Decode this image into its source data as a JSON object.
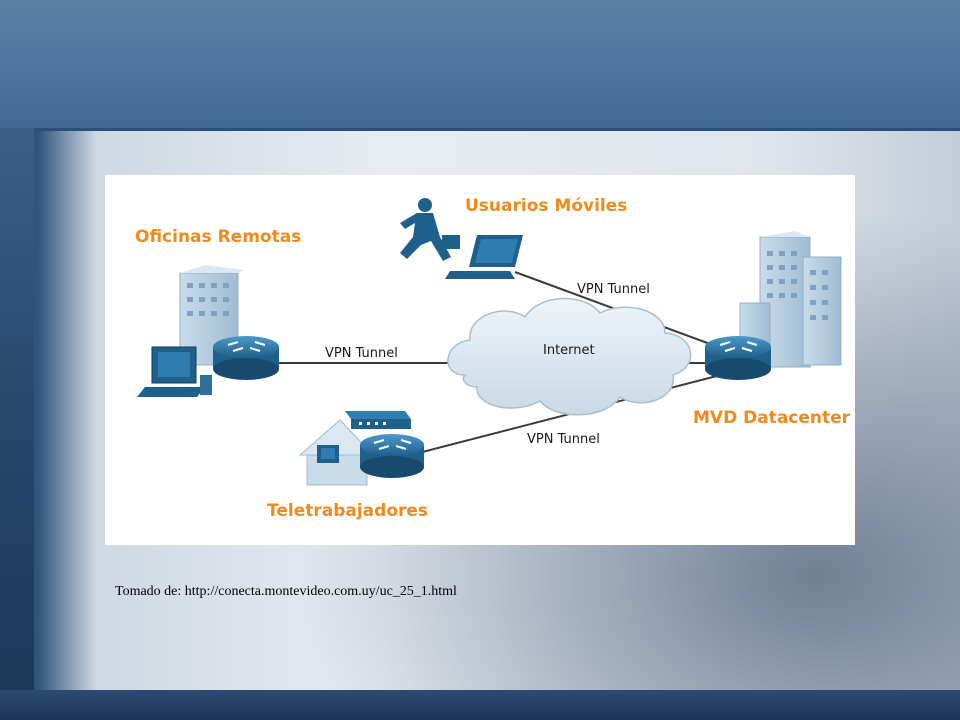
{
  "diagram": {
    "labels": {
      "remote_offices": "Oficinas Remotas",
      "mobile_users": "Usuarios Móviles",
      "teleworkers": "Teletrabajadores",
      "datacenter": "MVD Datacenter",
      "internet": "Internet",
      "tunnel_mobile": "VPN Tunnel",
      "tunnel_office": "VPN Tunnel",
      "tunnel_tele": "VPN Tunnel"
    }
  },
  "caption": "Tomado de: http://conecta.montevideo.com.uy/uc_25_1.html",
  "colors": {
    "header": "#4a74a0",
    "label_accent": "#f08a1c",
    "router": "#1f5f8b"
  }
}
